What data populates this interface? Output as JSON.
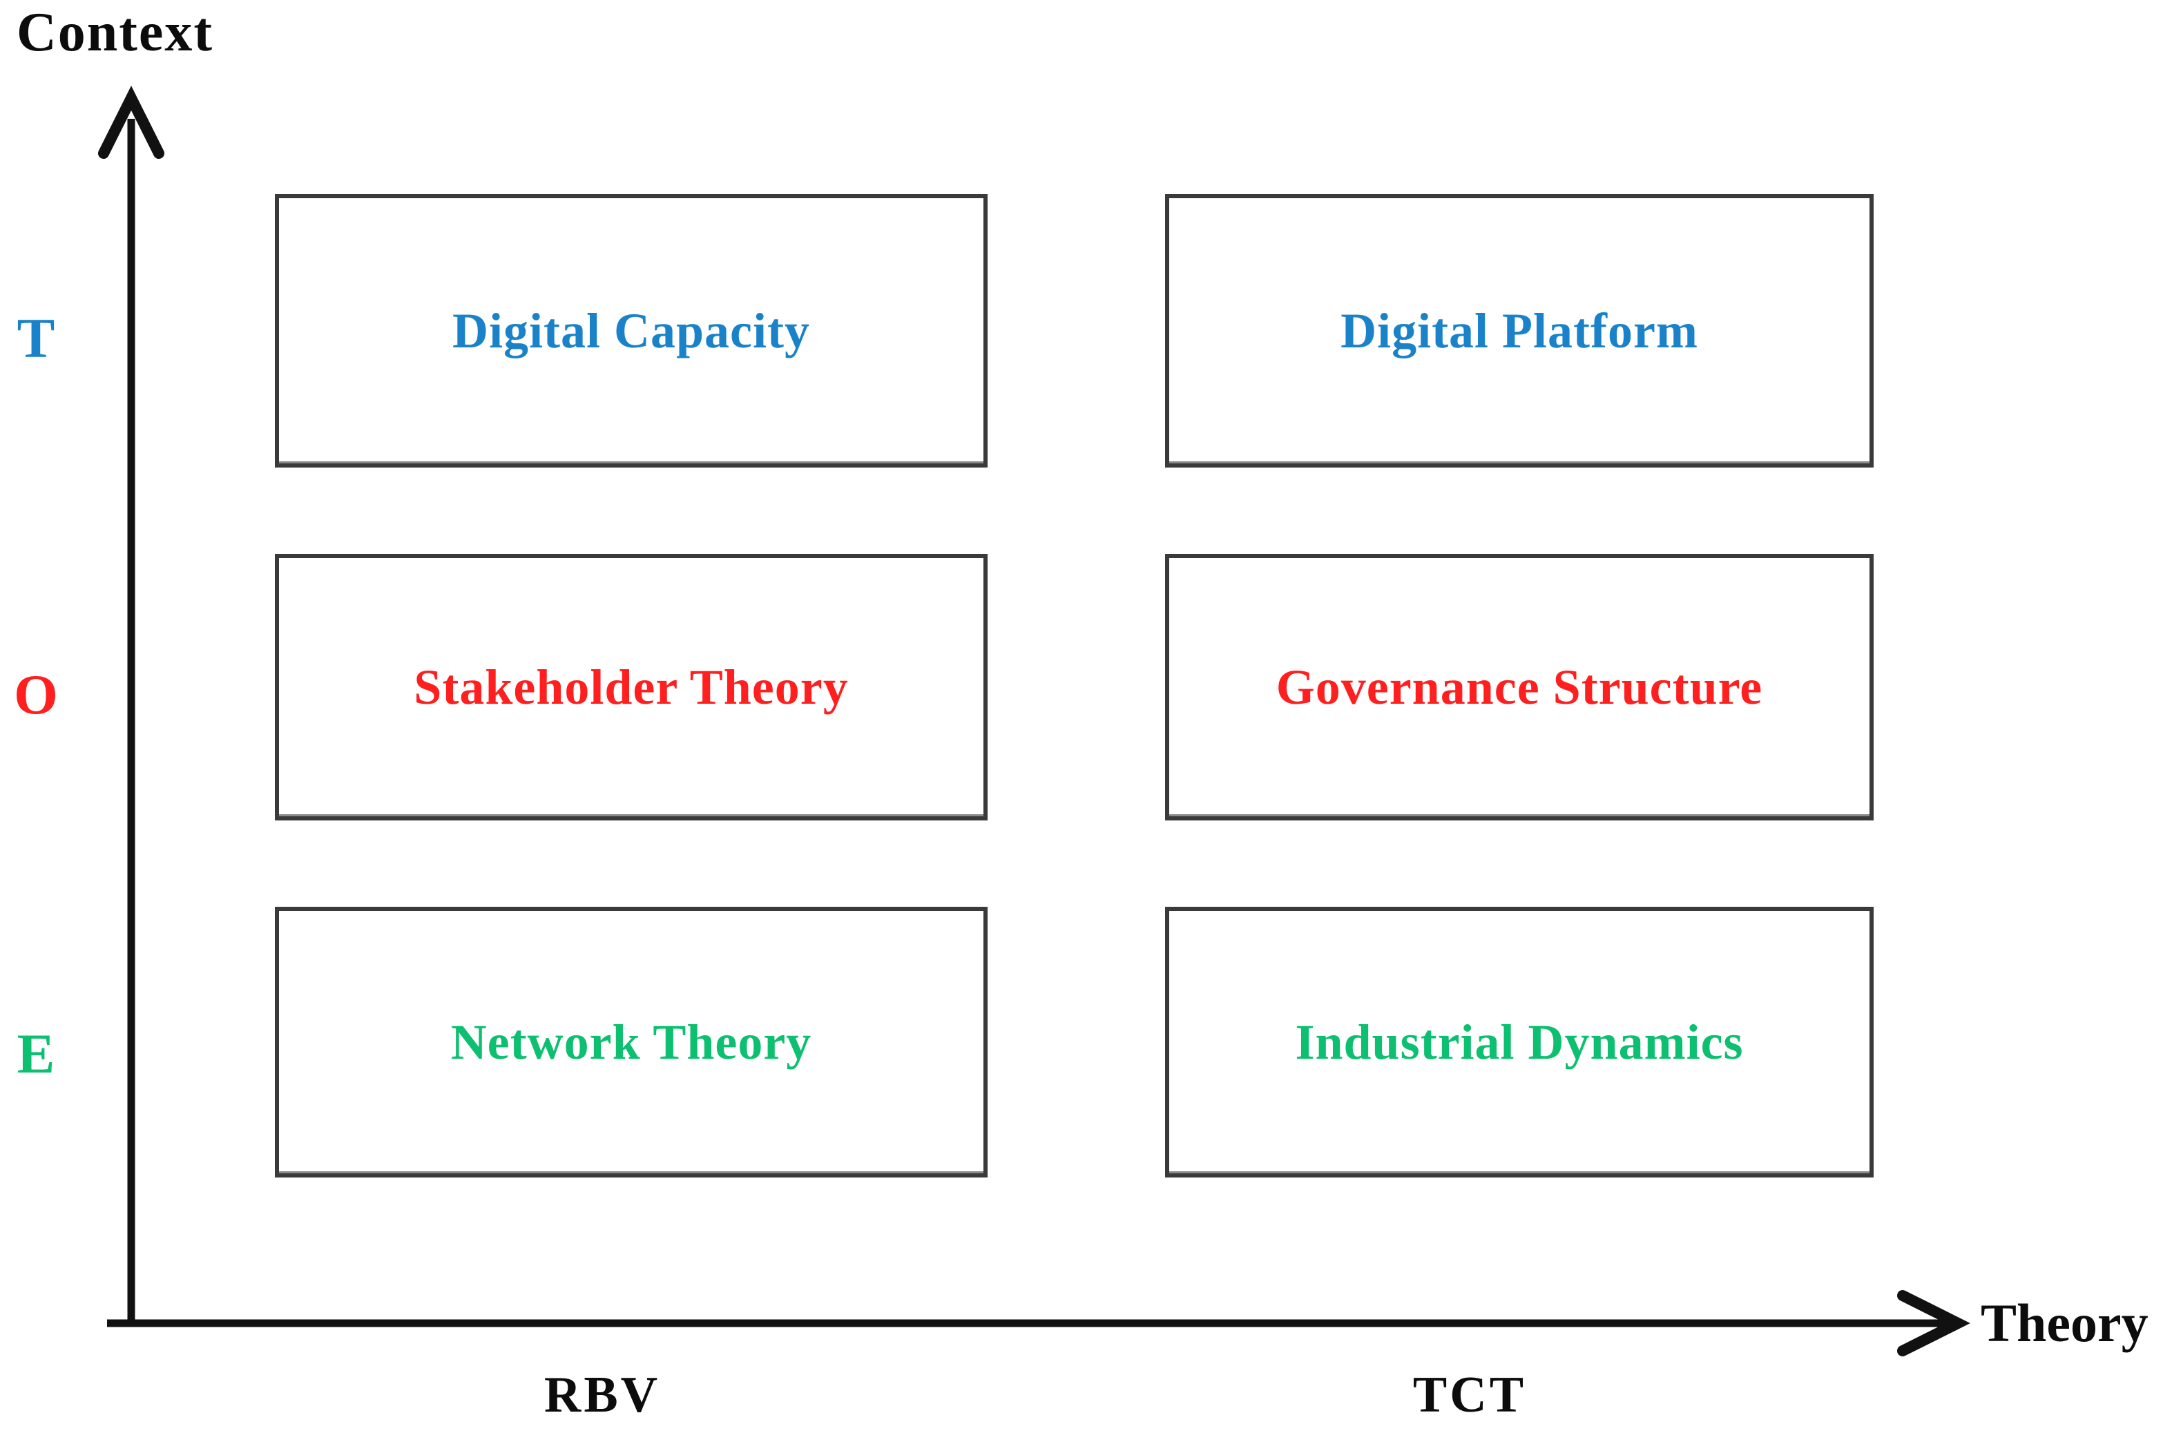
{
  "figure": {
    "y_axis_label": "Context",
    "x_axis_label": "Theory",
    "row_ticks": [
      {
        "id": "T",
        "label": "T",
        "color": "#1a82c8"
      },
      {
        "id": "O",
        "label": "O",
        "color": "#ff1f1f"
      },
      {
        "id": "E",
        "label": "E",
        "color": "#0dbf70"
      }
    ],
    "col_ticks": [
      {
        "id": "RBV",
        "label": "RBV"
      },
      {
        "id": "TCT",
        "label": "TCT"
      }
    ],
    "cells": [
      {
        "row": "T",
        "col": "RBV",
        "label": "Digital Capacity",
        "color": "#1a82c8"
      },
      {
        "row": "T",
        "col": "TCT",
        "label": "Digital Platform",
        "color": "#1a82c8"
      },
      {
        "row": "O",
        "col": "RBV",
        "label": "Stakeholder Theory",
        "color": "#ff1f1f"
      },
      {
        "row": "O",
        "col": "TCT",
        "label": "Governance Structure",
        "color": "#ff1f1f"
      },
      {
        "row": "E",
        "col": "RBV",
        "label": "Network Theory",
        "color": "#0dbf70"
      },
      {
        "row": "E",
        "col": "TCT",
        "label": "Industrial Dynamics",
        "color": "#0dbf70"
      }
    ],
    "colors": {
      "axis": "#0c0c0c",
      "box_border": "#3a3a3a",
      "blue": "#1a82c8",
      "red": "#ff1f1f",
      "green": "#0dbf70"
    }
  }
}
